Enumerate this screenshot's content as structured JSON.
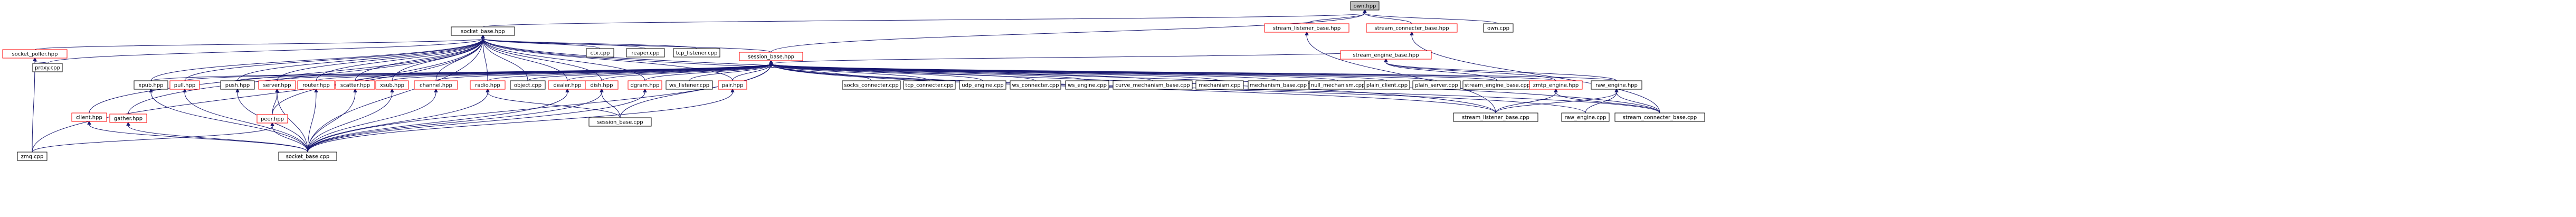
{
  "root": "own.hpp",
  "colors": {
    "edge": "#191970",
    "root_fill": "#bfbfbf",
    "red_border": "#ff0000",
    "black_border": "#000000"
  },
  "nodes": {
    "own_hpp": "own.hpp",
    "stream_listener_base_hpp": "stream_listener_base.hpp",
    "stream_connecter_base_hpp": "stream_connecter_base.hpp",
    "own_cpp": "own.cpp",
    "socket_base_hpp": "socket_base.hpp",
    "socket_poller_hpp": "socket_poller.hpp",
    "proxy_cpp": "proxy.cpp",
    "zmq_cpp": "zmq.cpp",
    "ctx_cpp": "ctx.cpp",
    "reaper_cpp": "reaper.cpp",
    "tcp_listener_cpp": "tcp_listener.cpp",
    "session_base_hpp": "session_base.hpp",
    "stream_engine_base_hpp": "stream_engine_base.hpp",
    "stream_engine_base_cpp": "stream_engine_base.cpp",
    "zmtp_engine_hpp": "zmtp_engine.hpp",
    "raw_engine_hpp": "raw_engine.hpp",
    "raw_engine_cpp": "raw_engine.cpp",
    "stream_listener_base_cpp": "stream_listener_base.cpp",
    "stream_connecter_base_cpp": "stream_connecter_base.cpp",
    "client_hpp": "client.hpp",
    "gather_hpp": "gather.hpp",
    "xpub_hpp": "xpub.hpp",
    "pull_hpp": "pull.hpp",
    "push_hpp": "push.hpp",
    "server_hpp": "server.hpp",
    "router_hpp": "router.hpp",
    "scatter_hpp": "scatter.hpp",
    "xsub_hpp": "xsub.hpp",
    "channel_hpp": "channel.hpp",
    "radio_hpp": "radio.hpp",
    "object_cpp": "object.cpp",
    "dealer_hpp": "dealer.hpp",
    "dish_hpp": "dish.hpp",
    "dgram_hpp": "dgram.hpp",
    "ws_listener_cpp": "ws_listener.cpp",
    "pair_hpp": "pair.hpp",
    "peer_hpp": "peer.hpp",
    "session_base_cpp": "session_base.cpp",
    "socket_base_cpp": "socket_base.cpp",
    "socks_connecter_cpp": "socks_connecter.cpp",
    "tcp_connecter_cpp": "tcp_connecter.cpp",
    "udp_engine_cpp": "udp_engine.cpp",
    "ws_connecter_cpp": "ws_connecter.cpp",
    "ws_engine_cpp": "ws_engine.cpp",
    "curve_mechanism_base_cpp": "curve_mechanism_base.cpp",
    "mechanism_cpp": "mechanism.cpp",
    "mechanism_base_cpp": "mechanism_base.cpp",
    "null_mechanism_cpp": "null_mechanism.cpp",
    "plain_client_cpp": "plain_client.cpp",
    "plain_server_cpp": "plain_server.cpp"
  }
}
